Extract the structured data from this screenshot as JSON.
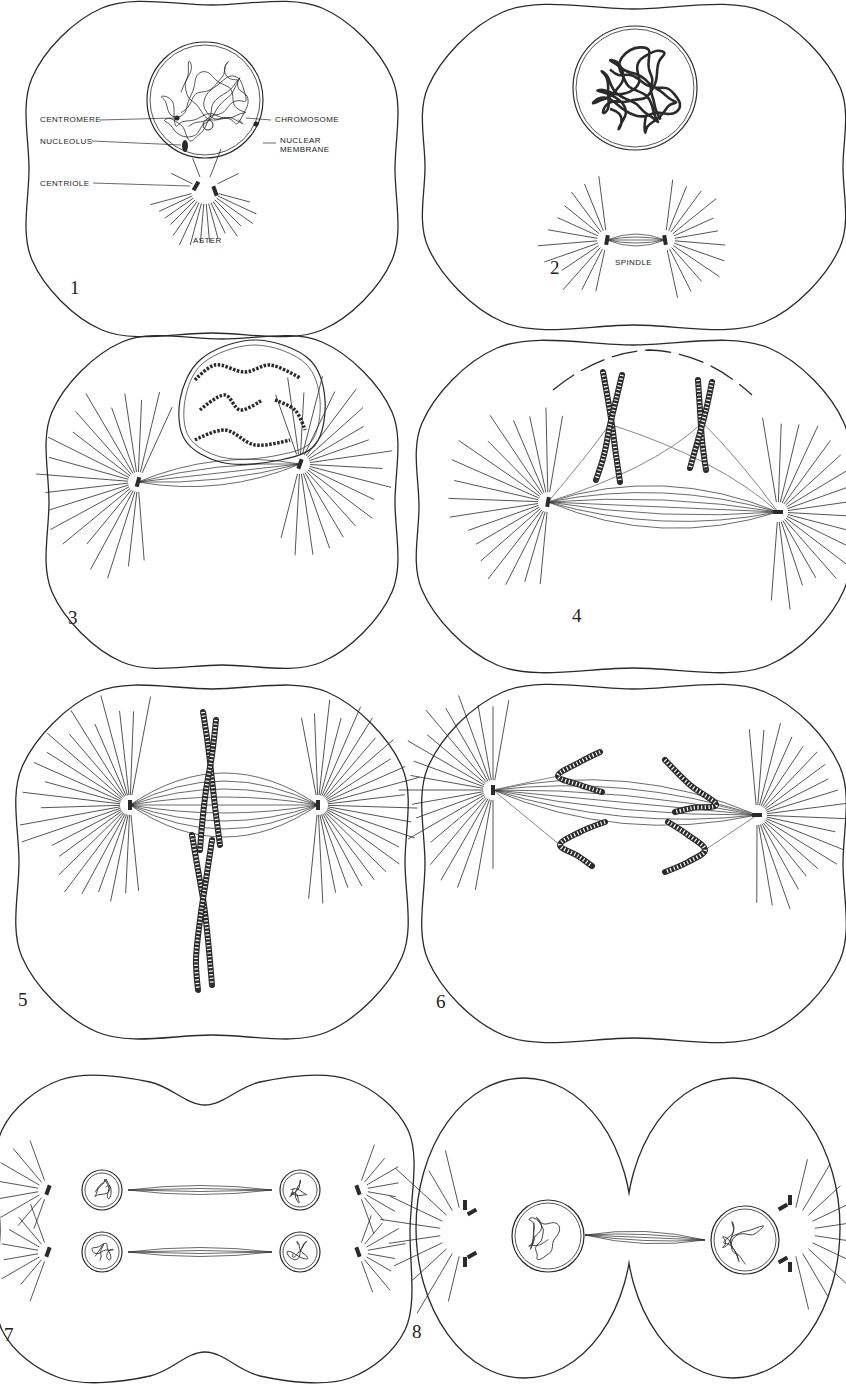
{
  "diagram": {
    "labels": [
      "CENTROMERE",
      "CHROMOSOME",
      "NUCLEOLUS",
      "NUCLEAR MEMBRANE",
      "CENTRIOLE",
      "ASTER",
      "1",
      "SPINDLE",
      "2",
      "3",
      "4",
      "5",
      "6",
      "7",
      "8"
    ]
  }
}
